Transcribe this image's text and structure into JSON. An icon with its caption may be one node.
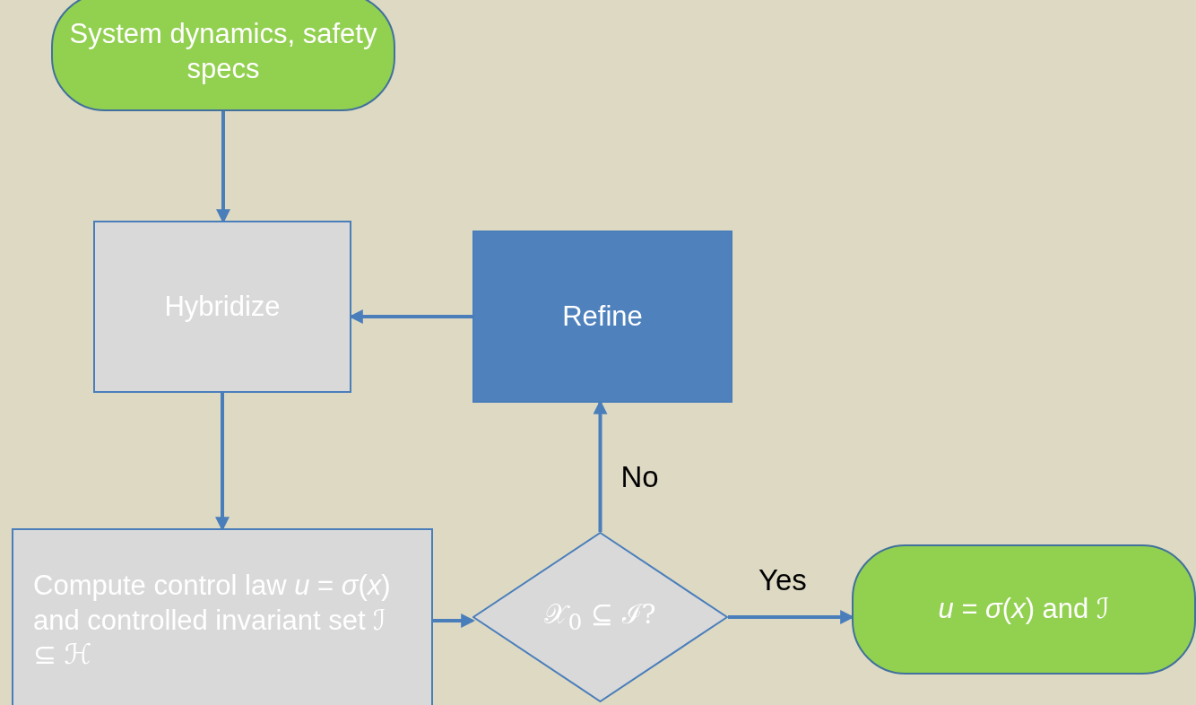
{
  "diagram": {
    "nodes": [
      {
        "text": [
          "System dynamics, safety specs"
        ]
      },
      {
        "text": [
          "Hybridize"
        ]
      },
      {
        "text": [
          "Refine"
        ]
      },
      {
        "text": [
          "Compute control law *u* = *σ*(*x*) and controlled invariant set ℐ ⊆ ℋ"
        ]
      },
      {
        "text": [
          "𝒳$_{0}$ ⊆ ℐ?"
        ]
      },
      {
        "text": [
          "*u* = *σ*(*x*) and ℐ"
        ]
      }
    ],
    "edges": [
      {
        "from": 0,
        "to": 1,
        "arrow": "to"
      },
      {
        "from": 2,
        "to": 1,
        "arrow": "to"
      },
      {
        "from": 1,
        "to": 3,
        "arrow": "to"
      },
      {
        "from": 3,
        "to": 4,
        "arrow": "to"
      },
      {
        "from": 4,
        "to": 2,
        "arrow": "to",
        "label": "No"
      },
      {
        "from": 4,
        "to": 5,
        "arrow": "to",
        "label": "Yes"
      }
    ]
  }
}
